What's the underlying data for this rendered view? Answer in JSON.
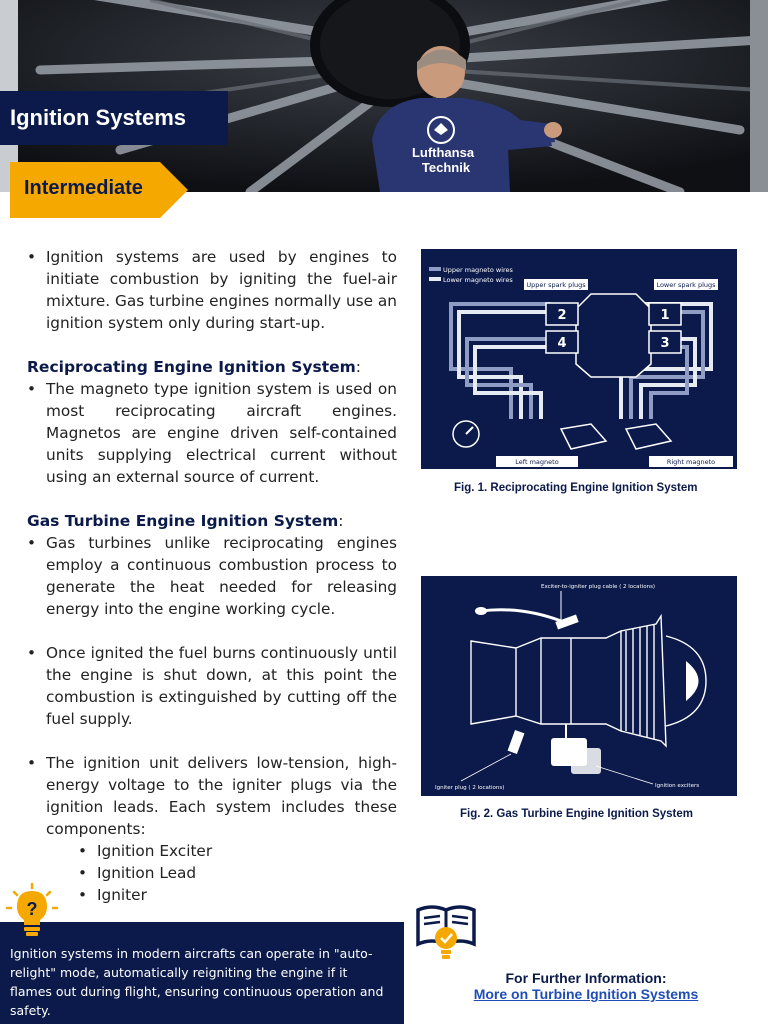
{
  "header": {
    "title": "Ignition Systems",
    "level": "Intermediate",
    "jacket_brand_line1": "Lufthansa",
    "jacket_brand_line2": "Technik"
  },
  "content": {
    "intro": "Ignition systems are used by engines to initiate combustion by igniting the fuel-air mixture. Gas turbine engines normally use an ignition system only during start-up.",
    "reciprocating": {
      "heading": "Reciprocating Engine Ignition System",
      "text": "The magneto type ignition system is used on most reciprocating aircraft engines. Magnetos are engine driven self-contained units supplying electrical current without using an external source of current."
    },
    "gas_turbine": {
      "heading": "Gas Turbine Engine Ignition System",
      "points": [
        "Gas turbines unlike reciprocating engines employ a continuous combustion process to generate the heat needed for  releasing energy into the engine working cycle.",
        "Once ignited the fuel burns continuously until the engine is shut down, at this point the combustion is extinguished by cutting off the fuel supply.",
        "The ignition unit delivers low-tension, high-energy voltage to the igniter plugs via the ignition leads. Each system includes these components:"
      ],
      "components": [
        "Ignition Exciter",
        "Ignition Lead",
        "Igniter"
      ]
    }
  },
  "figures": {
    "fig1": {
      "caption": "Fig. 1. Reciprocating Engine Ignition System",
      "legend_upper": "Upper magneto wires",
      "legend_lower": "Lower magneto wires",
      "upper_plugs": "Upper spark plugs",
      "lower_plugs": "Lower spark plugs",
      "left_magneto": "Left magneto",
      "right_magneto": "Right magneto",
      "cyl_2": "2",
      "cyl_4": "4",
      "cyl_1": "1",
      "cyl_3": "3"
    },
    "fig2": {
      "caption": "Fig. 2. Gas Turbine Engine Ignition System",
      "cable_label": "Exciter-to-igniter plug cable ( 2 locations)",
      "plug_label": "Igniter plug ( 2 locations)",
      "exciters_label": "Ignition exciters"
    }
  },
  "footer": {
    "fact": "Ignition systems in modern aircrafts can operate in \"auto-relight\" mode, automatically reigniting the engine if it flames out during flight, ensuring continuous operation and safety.",
    "further_label": "For Further Information:",
    "link_text": "More on Turbine Ignition Systems"
  },
  "colors": {
    "navy": "#0b1a4a",
    "accent_yellow": "#f5a800",
    "link_blue": "#1f4db8"
  },
  "icons": {
    "fact": "lightbulb-question-icon",
    "further": "book-lightbulb-icon"
  }
}
